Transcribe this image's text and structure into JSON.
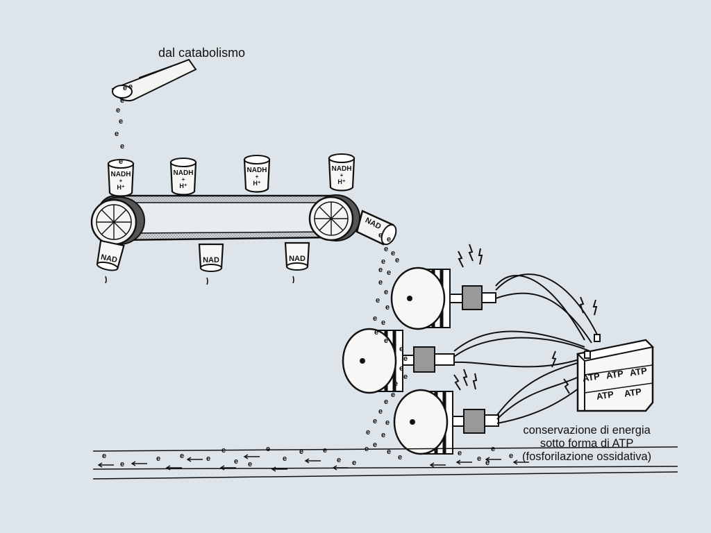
{
  "labels": {
    "source": "dal catabolismo",
    "conservation": [
      "conservazione di energia",
      "sotto forma di ATP",
      "(fosforilazione ossidativa)"
    ]
  },
  "cups_top": [
    "NADH",
    "NADH",
    "NADH",
    "NADH"
  ],
  "cup_ion": "H⁺",
  "cup_plus": "+",
  "cups_bottom": [
    "NAD",
    "NAD",
    "NAD"
  ],
  "chute_label": "NAD",
  "electron_symbol": "e",
  "battery_labels": [
    "ATP",
    "ATP",
    "ATP",
    "ATP",
    "ATP"
  ],
  "colors": {
    "background": "#dde4ea",
    "ink": "#111111",
    "belt_fill": "#bfc4c8"
  }
}
